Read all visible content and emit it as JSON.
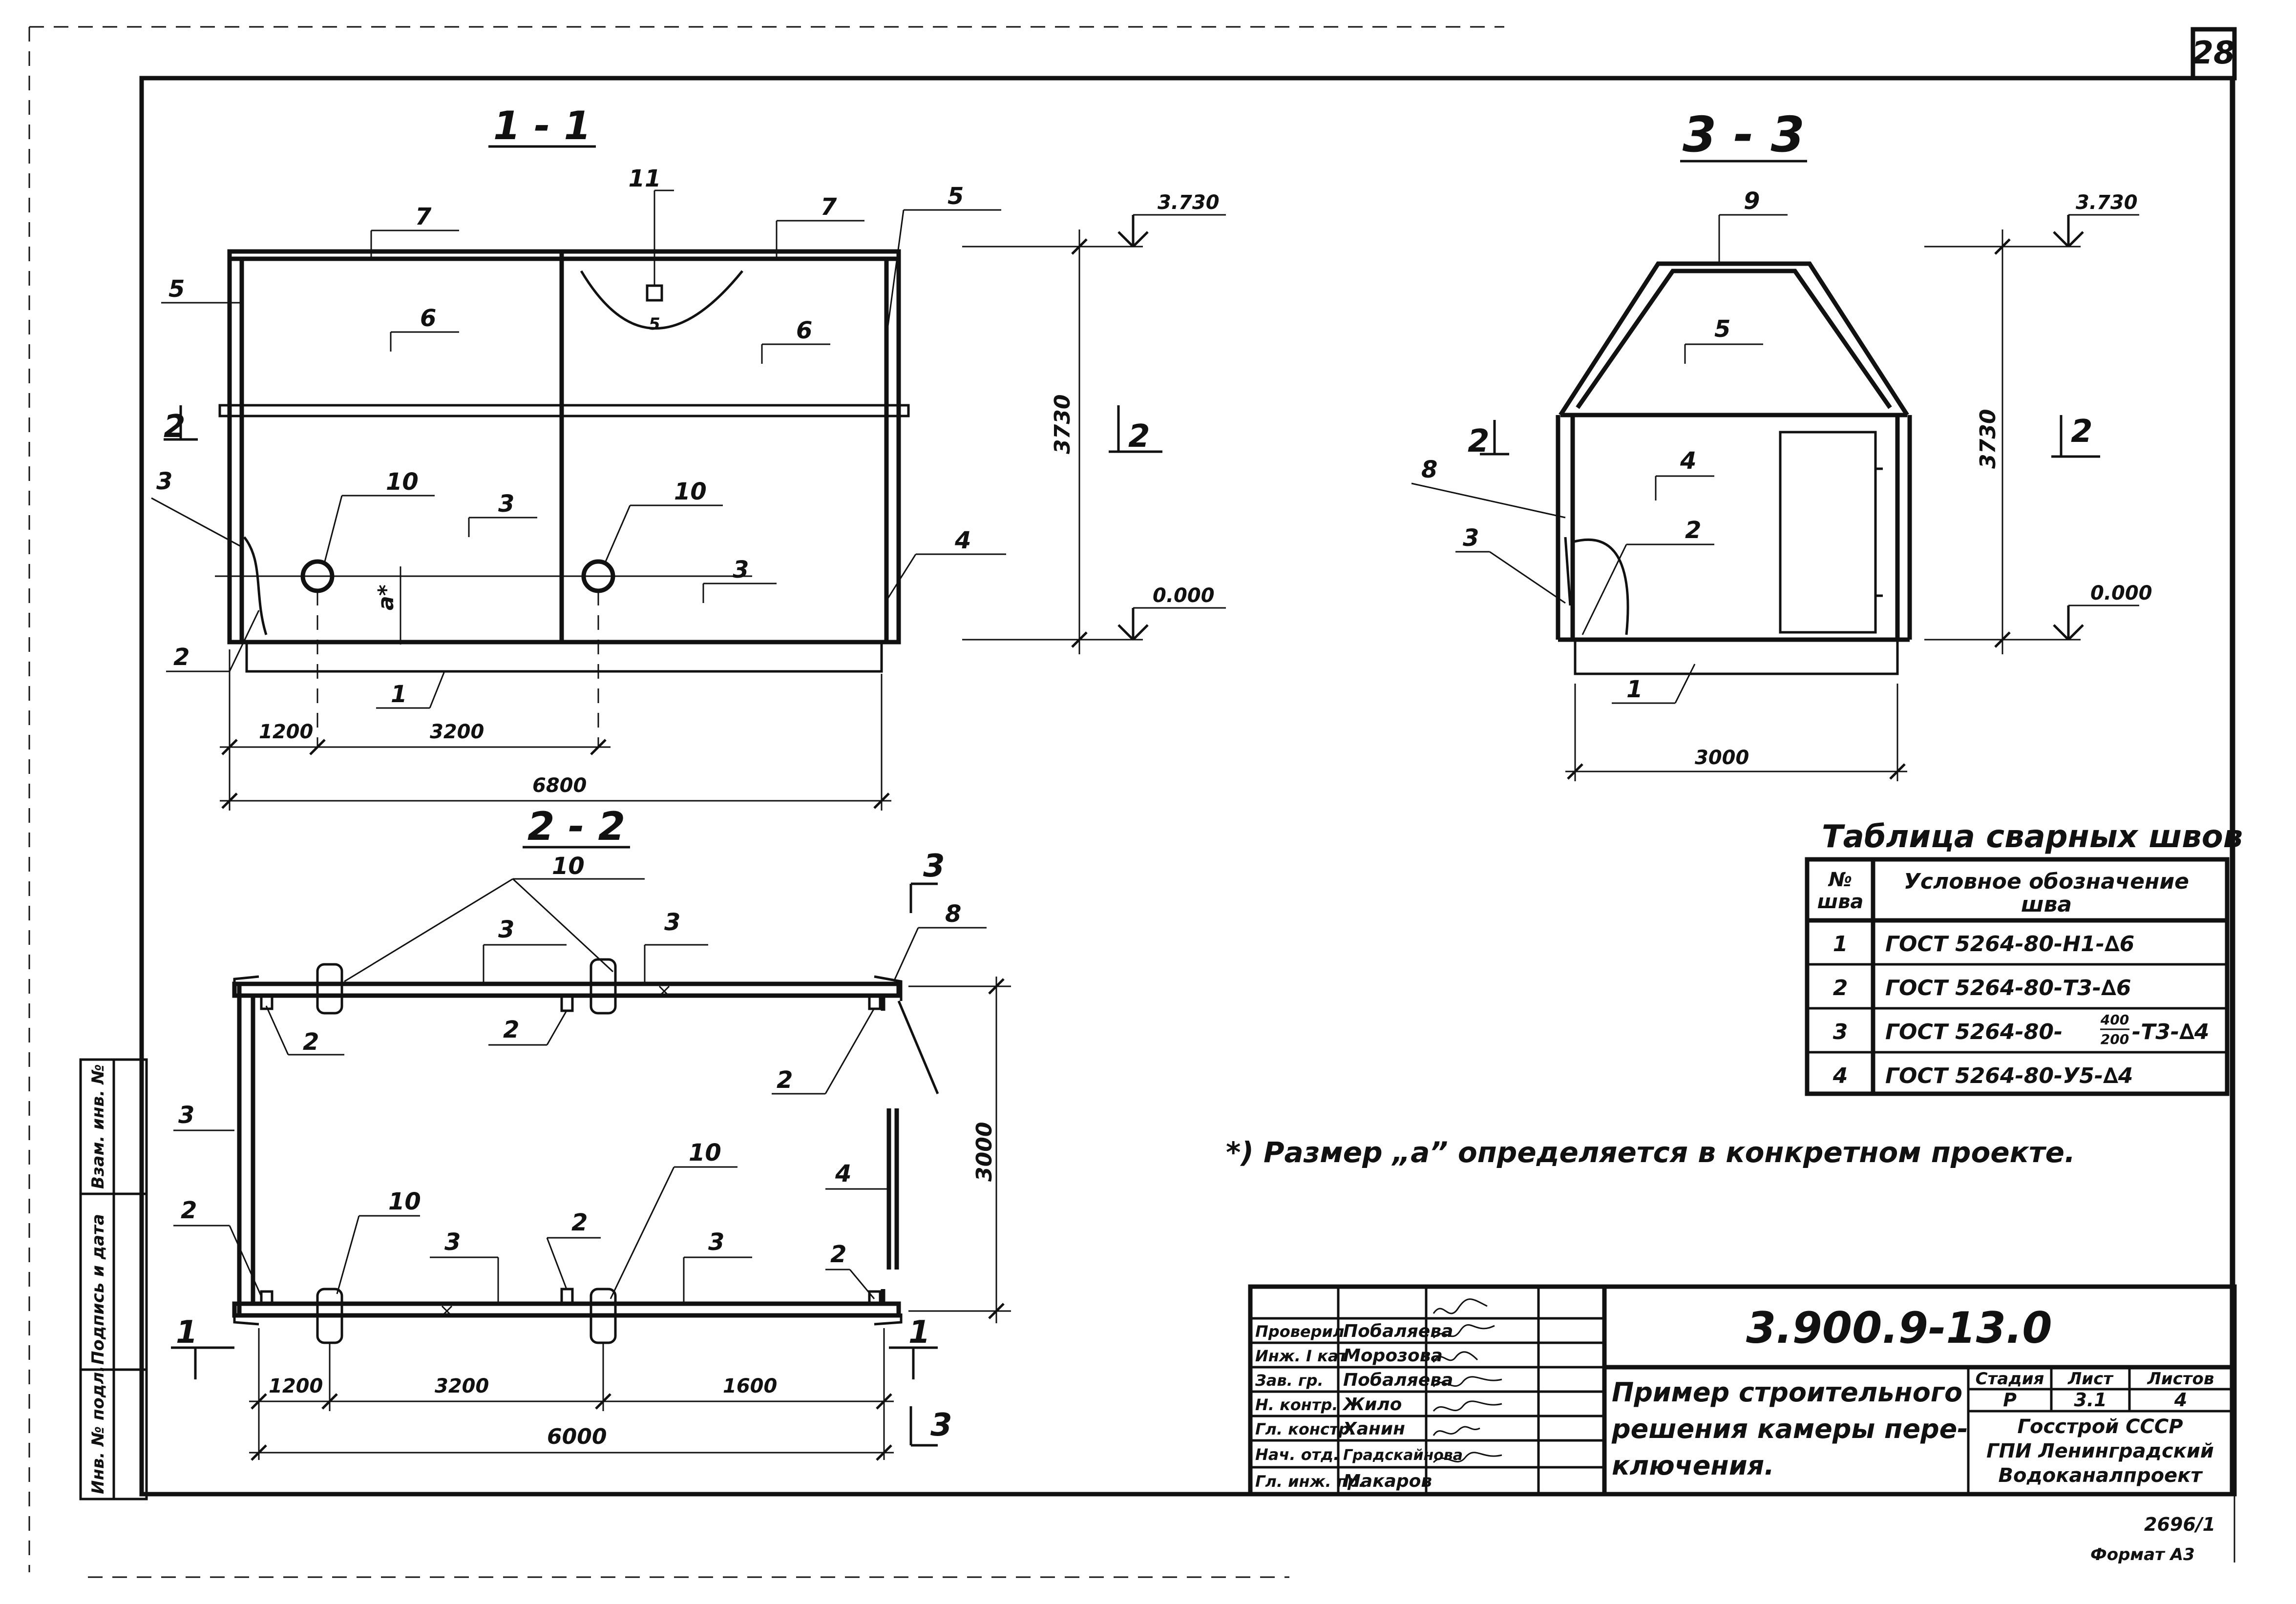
{
  "sheet_number": "28",
  "sections": {
    "s11": "1 - 1",
    "s22": "2 - 2",
    "s33": "3 - 3"
  },
  "markers": {
    "m1": "1",
    "m2": "2",
    "m3": "3"
  },
  "levels": {
    "top": "3.730",
    "zero": "0.000"
  },
  "dimensions": {
    "h3730": "3730",
    "d1200": "1200",
    "d3200": "3200",
    "d6800": "6800",
    "d3000": "3000",
    "d1600": "1600",
    "d6000": "6000",
    "a_mark": "a*"
  },
  "callouts": {
    "c1": "1",
    "c2": "2",
    "c3": "3",
    "c4": "4",
    "c5": "5",
    "c6": "6",
    "c7": "7",
    "c8": "8",
    "c9": "9",
    "c10": "10",
    "c11": "11",
    "small5": "5"
  },
  "weld_table": {
    "title": "Таблица сварных швов",
    "col_num": [
      "№",
      "шва"
    ],
    "col_desc": [
      "Условное обозначение",
      "шва"
    ],
    "rows": [
      {
        "n": "1",
        "desc": "ГОСТ 5264-80-Н1-∆6"
      },
      {
        "n": "2",
        "desc": "ГОСТ 5264-80-Т3-∆6"
      },
      {
        "n": "3",
        "desc_a": "ГОСТ 5264-80-",
        "frac_top": "400",
        "frac_bot": "200",
        "desc_b": "-Т3-∆4"
      },
      {
        "n": "4",
        "desc": "ГОСТ 5264-80-У5-∆4"
      }
    ]
  },
  "note": "*) Размер „a” определяется в конкретном проекте.",
  "title_block": {
    "code": "3.900.9-13.0",
    "description": [
      "Пример строительного",
      "решения камеры пере-",
      "ключения."
    ],
    "signers": [
      {
        "role": "Проверил",
        "name": "Побаляева"
      },
      {
        "role": "Инж. I кат",
        "name": "Морозова"
      },
      {
        "role": "Зав. гр.",
        "name": "Побаляева"
      },
      {
        "role": "Н. контр.",
        "name": "Жило"
      },
      {
        "role": "Гл. констр.",
        "name": "Ханин"
      },
      {
        "role": "Нач. отд.",
        "name": "Градскайнова"
      },
      {
        "role": "Гл. инж. пр.",
        "name": "Макаров"
      }
    ],
    "stage_headers": [
      "Стадия",
      "Лист",
      "Листов"
    ],
    "stage_values": [
      "Р",
      "3.1",
      "4"
    ],
    "org": [
      "Госстрой СССР",
      "ГПИ Ленинградский",
      "Водоканалпроект"
    ]
  },
  "side_stamp": [
    "Инв. № подл.",
    "Подпись и дата",
    "Взам. инв. №"
  ],
  "footer": {
    "archive": "2696/1",
    "format": "Формат А3"
  }
}
